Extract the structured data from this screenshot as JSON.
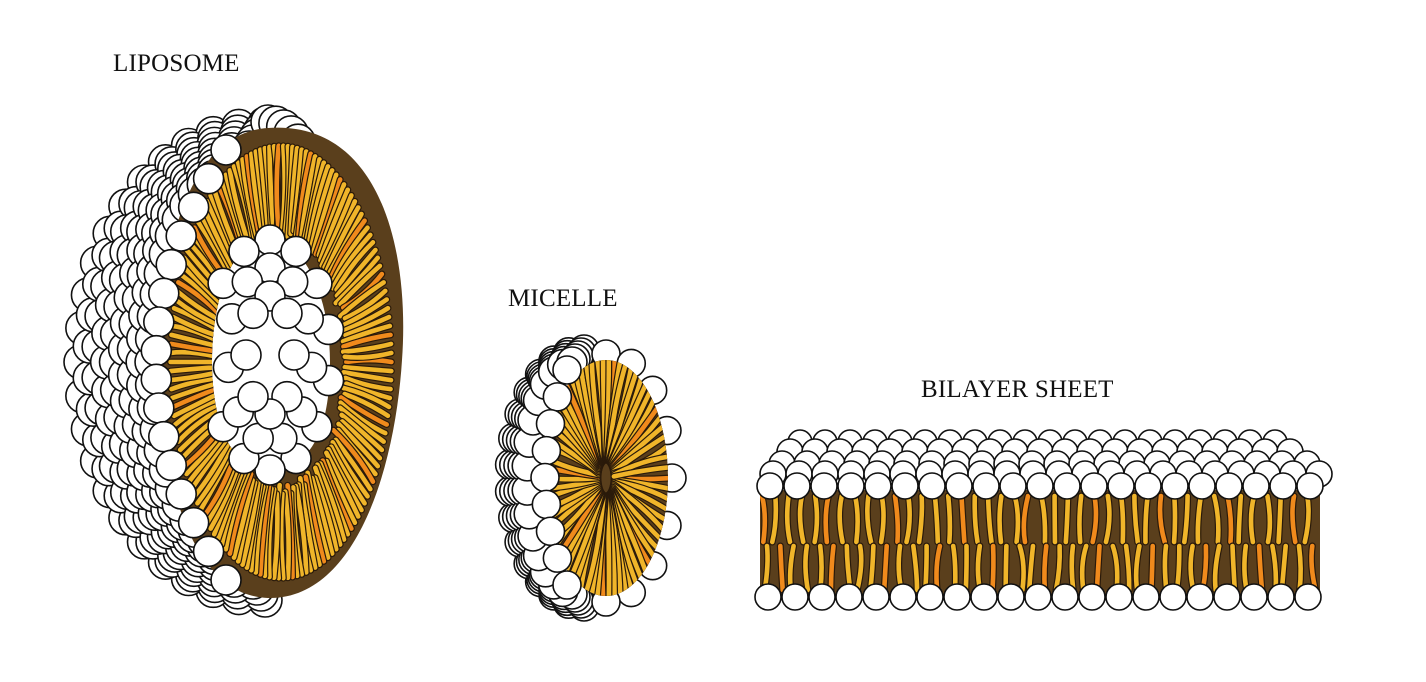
{
  "labels": {
    "liposome": "LIPOSOME",
    "micelle": "MICELLE",
    "bilayer": "BILAYER SHEET"
  },
  "colors": {
    "head_fill": "#ffffff",
    "head_stroke": "#111111",
    "tail": "#f0b52a",
    "tail_alt": "#f08a1c",
    "tail_outline": "#2a1a0a",
    "core_dark": "#5a3f1c"
  }
}
